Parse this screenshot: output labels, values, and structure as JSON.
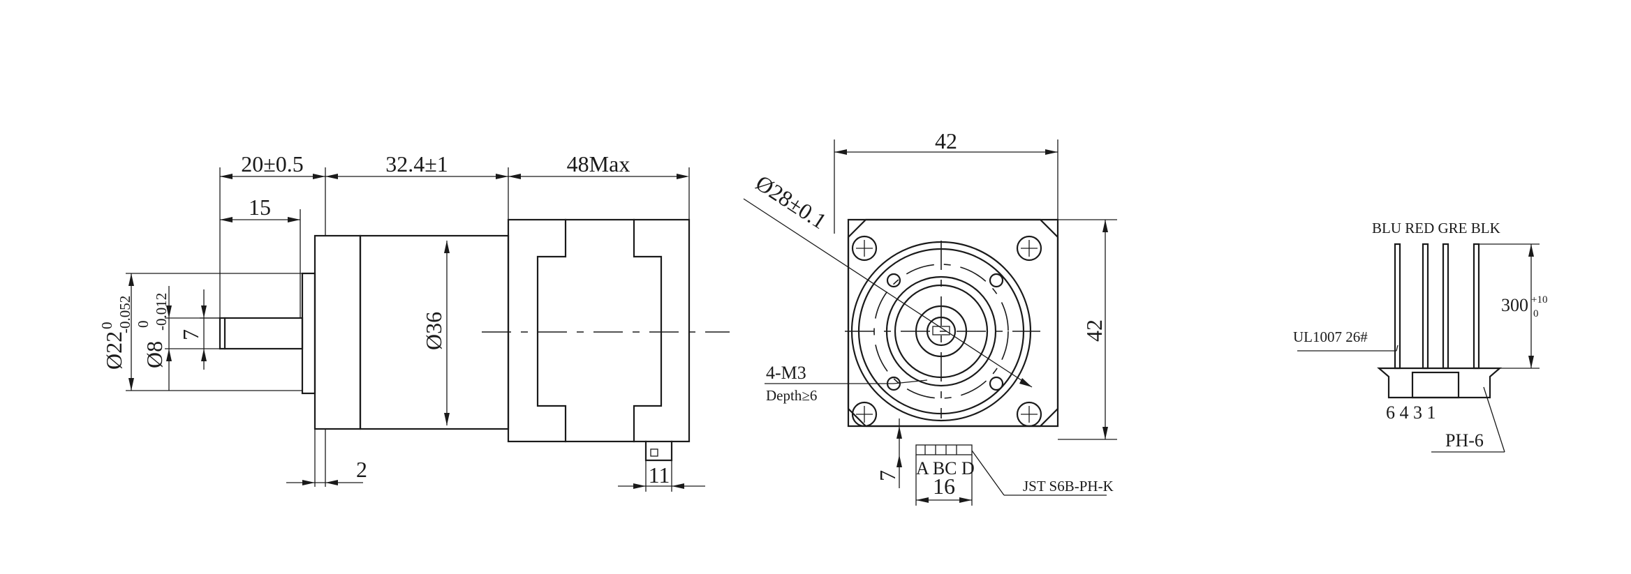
{
  "side_view": {
    "dim_top_1": "20±0.5",
    "dim_top_2": "32.4±1",
    "dim_top_3": "48Max",
    "dim_15": "15",
    "dim_shaft_dia_main": "Ø22",
    "dim_shaft_dia_tol_upper": "0",
    "dim_shaft_dia_tol_lower": "-0.052",
    "dim_shaft_main": "Ø8",
    "dim_shaft_tol_upper": "0",
    "dim_shaft_tol_lower": "-0.012",
    "dim_7": "7",
    "dim_body_dia": "Ø36",
    "dim_2": "2",
    "dim_11": "11"
  },
  "front_view": {
    "dim_width": "42",
    "dim_height": "42",
    "dim_pcd": "Ø28±0.1",
    "holes": "4-M3",
    "depth": "Depth≥6",
    "connector_pins": "A BC D",
    "dim_16": "16",
    "dim_7": "7",
    "connector_model": "JST S6B-PH-K"
  },
  "wiring": {
    "wire_colors": "BLU RED GRE BLK",
    "cable_spec": "UL1007 26#",
    "length_main": "300",
    "length_tol_upper": "+10",
    "length_tol_lower": "0",
    "pin_numbers": "6  4  3  1",
    "connector": "PH-6"
  }
}
